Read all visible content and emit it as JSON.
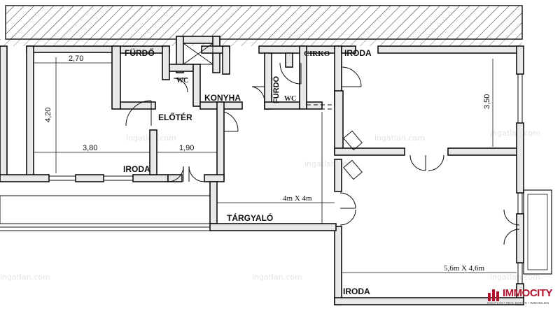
{
  "rooms": {
    "furdo_left": "FÜRDŐ",
    "wc_left": "WC",
    "konyha": "KONYHA",
    "cirko": "CIRKO",
    "furdo_mid": "FÜRDŐ",
    "wc_mid": "WC",
    "iroda_top_right": "IRODA",
    "eloter": "ELŐTÉR",
    "iroda_left": "IRODA",
    "targyalo": "TÁRGYALÓ",
    "iroda_bottom": "IRODA"
  },
  "dimensions": {
    "d_270": "2,70",
    "d_420": "4,20",
    "d_380": "3,80",
    "d_190": "1,90",
    "d_350": "3,50",
    "d_4x4": "4m X 4m",
    "d_56x46": "5,6m X 4,6m"
  },
  "watermarks": [
    "ingatlan.com",
    "ingatlan.com",
    "ingatlan.com",
    "ingatlan.com",
    "ingatlan.com",
    "ingatlan.com",
    "ingatlan.com"
  ],
  "logo": {
    "brand": "IMMOCITY",
    "tagline": "INGATLAN • REAL ESTATE • IMMOBILIEN"
  },
  "colors": {
    "brand": "#b0122b",
    "wall_fill": "#e9e9e9",
    "line": "#111111"
  }
}
